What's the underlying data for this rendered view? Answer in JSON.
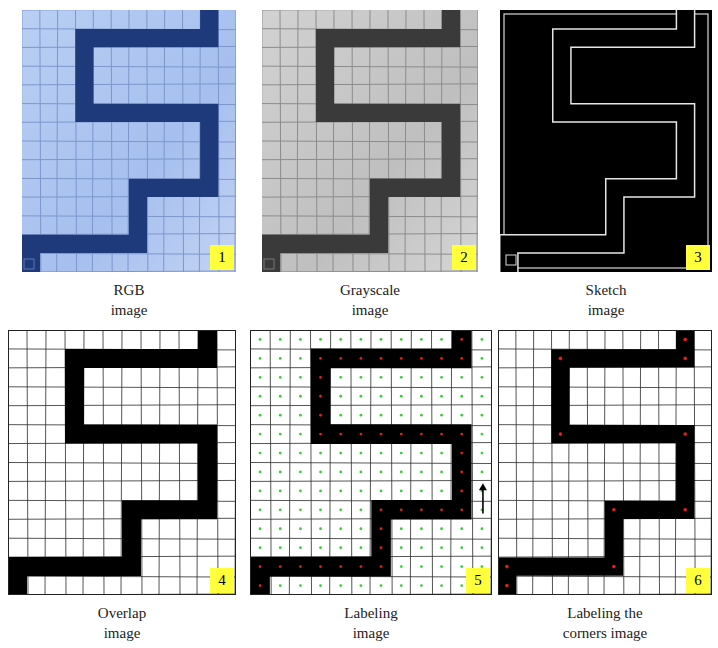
{
  "diagram": {
    "nodes": [
      {
        "text": [
          "RGB image"
        ]
      },
      {
        "text": [
          "1"
        ],
        "in": 0
      },
      {
        "text": [
          "Grayscale image"
        ]
      },
      {
        "text": [
          "2"
        ],
        "in": 2
      },
      {
        "text": [
          "Sketch image"
        ]
      },
      {
        "text": [
          "3"
        ],
        "in": 4
      },
      {
        "text": [
          "Overlap image"
        ]
      },
      {
        "text": [
          "4"
        ],
        "in": 6
      },
      {
        "text": [
          "Labeling image"
        ]
      },
      {
        "text": [
          "5"
        ],
        "in": 8
      },
      {
        "text": [
          "Labeling the corners image"
        ]
      },
      {
        "text": [
          "6"
        ],
        "in": 10
      }
    ]
  }
}
